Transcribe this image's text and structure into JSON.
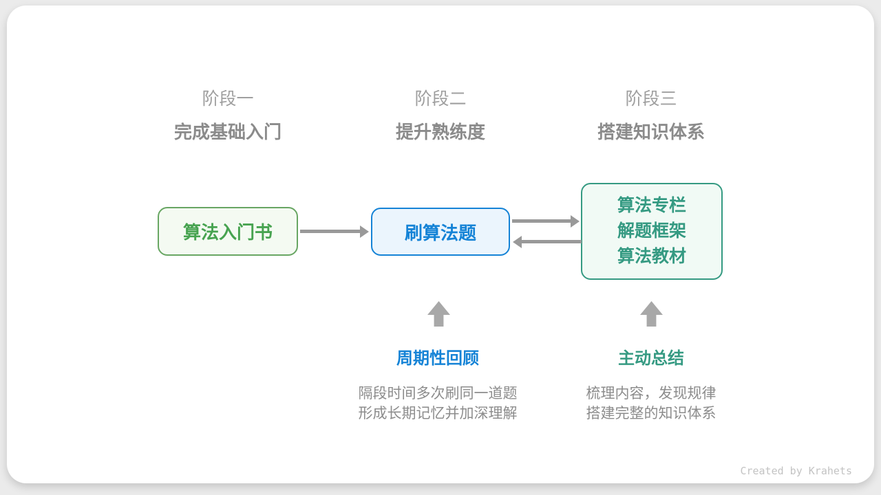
{
  "canvas": {
    "background": "#ebebeb",
    "card_background": "#ffffff",
    "footer_credit": "Created by Krahets"
  },
  "colors": {
    "green_text": "#47a350",
    "green_border": "#68a663",
    "green_fill": "#f4faf2",
    "blue": "#1583d6",
    "blue_fill": "#ebf5fd",
    "teal": "#359a82",
    "teal_fill": "#f1faf5",
    "connector_gray": "#999999",
    "block_arrow_gray": "#a8a8a8",
    "stage_label_gray": "#9f9f9f",
    "body_text_gray": "#8b8b8b",
    "credit_gray": "#c3c3c3"
  },
  "stages": [
    {
      "label": "阶段一",
      "subtitle": "完成基础入门"
    },
    {
      "label": "阶段二",
      "subtitle": "提升熟练度"
    },
    {
      "label": "阶段三",
      "subtitle": "搭建知识体系"
    }
  ],
  "nodes": [
    {
      "id": "algo-intro-book",
      "lines": [
        "算法入门书"
      ]
    },
    {
      "id": "solve-algo-problems",
      "lines": [
        "刷算法题"
      ]
    },
    {
      "id": "knowledge-sources",
      "lines": [
        "算法专栏",
        "解题框架",
        "算法教材"
      ]
    }
  ],
  "annotations": [
    {
      "title": "周期性回顾",
      "lines": [
        "隔段时间多次刷同一道题",
        "形成长期记忆并加深理解"
      ]
    },
    {
      "title": "主动总结",
      "lines": [
        "梳理内容，发现规律",
        "搭建完整的知识体系"
      ]
    }
  ]
}
